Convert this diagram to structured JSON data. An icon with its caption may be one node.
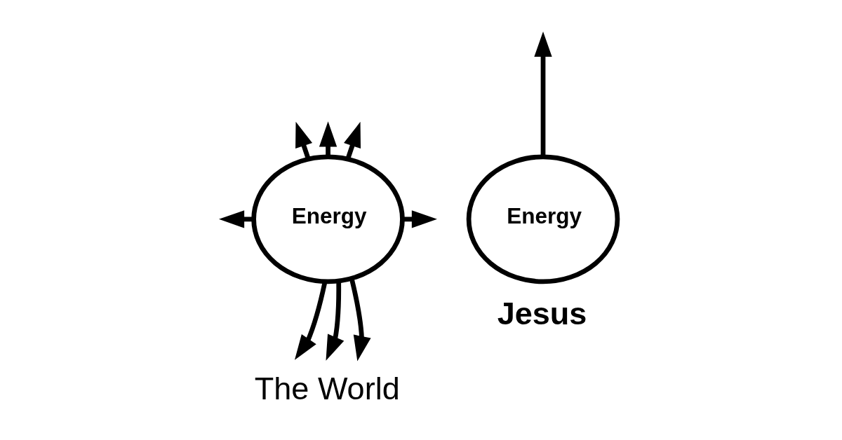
{
  "diagram": {
    "nodes": [
      {
        "text": [
          "Energy"
        ],
        "beside": [
          "The World"
        ]
      },
      {
        "text": [
          "Energy"
        ],
        "beside": [
          "Jesus"
        ]
      }
    ],
    "edges": [
      {
        "from": 0,
        "to": null,
        "arrow": "to"
      },
      {
        "from": 0,
        "to": null,
        "arrow": "to"
      },
      {
        "from": 0,
        "to": null,
        "arrow": "to"
      },
      {
        "from": 0,
        "to": null,
        "arrow": "to"
      },
      {
        "from": 0,
        "to": null,
        "arrow": "to"
      },
      {
        "from": 0,
        "to": null,
        "arrow": "to"
      },
      {
        "from": 0,
        "to": null,
        "arrow": "to"
      },
      {
        "from": 0,
        "to": null,
        "arrow": "to"
      },
      {
        "from": 1,
        "to": null,
        "arrow": "to"
      }
    ]
  }
}
